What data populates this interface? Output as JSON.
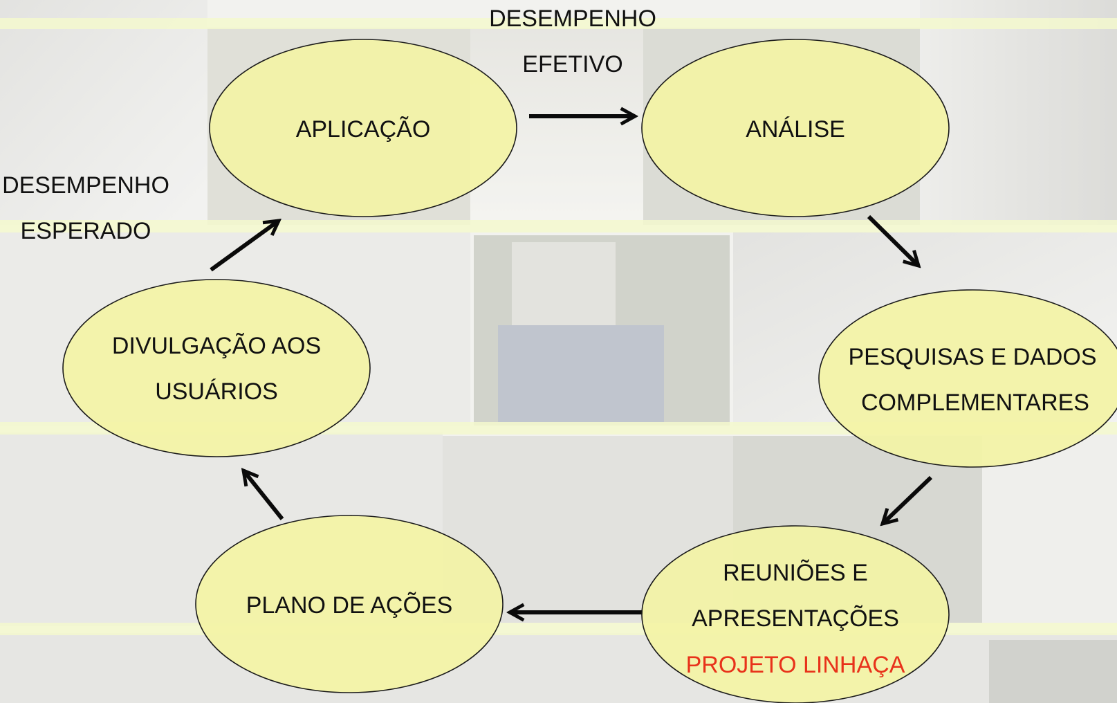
{
  "colors": {
    "node_fill": "#f3f3a6",
    "node_stroke": "#1a1a1a",
    "text": "#111111",
    "highlight": "#e8321a",
    "arrow": "#0a0a0a",
    "band": "#eef6b4"
  },
  "labels": {
    "top": [
      "DESEMPENHO",
      "EFETIVO"
    ],
    "left": [
      "DESEMPENHO",
      "ESPERADO"
    ]
  },
  "nodes": {
    "aplicacao": [
      "APLICAÇÃO"
    ],
    "analise": [
      "ANÁLISE"
    ],
    "pesquisas": [
      "PESQUISAS E DADOS",
      "COMPLEMENTARES"
    ],
    "reunioes": [
      "REUNIÕES E",
      "APRESENTAÇÕES"
    ],
    "reunioes_highlight": "PROJETO LINHAÇA",
    "plano": [
      "PLANO DE AÇÕES"
    ],
    "divulgacao": [
      "DIVULGAÇÃO AOS",
      "USUÁRIOS"
    ]
  },
  "edges": [
    {
      "from": "aplicacao",
      "to": "analise"
    },
    {
      "from": "analise",
      "to": "pesquisas"
    },
    {
      "from": "pesquisas",
      "to": "reunioes"
    },
    {
      "from": "reunioes",
      "to": "plano"
    },
    {
      "from": "plano",
      "to": "divulgacao"
    },
    {
      "from": "divulgacao",
      "to": "aplicacao"
    }
  ]
}
